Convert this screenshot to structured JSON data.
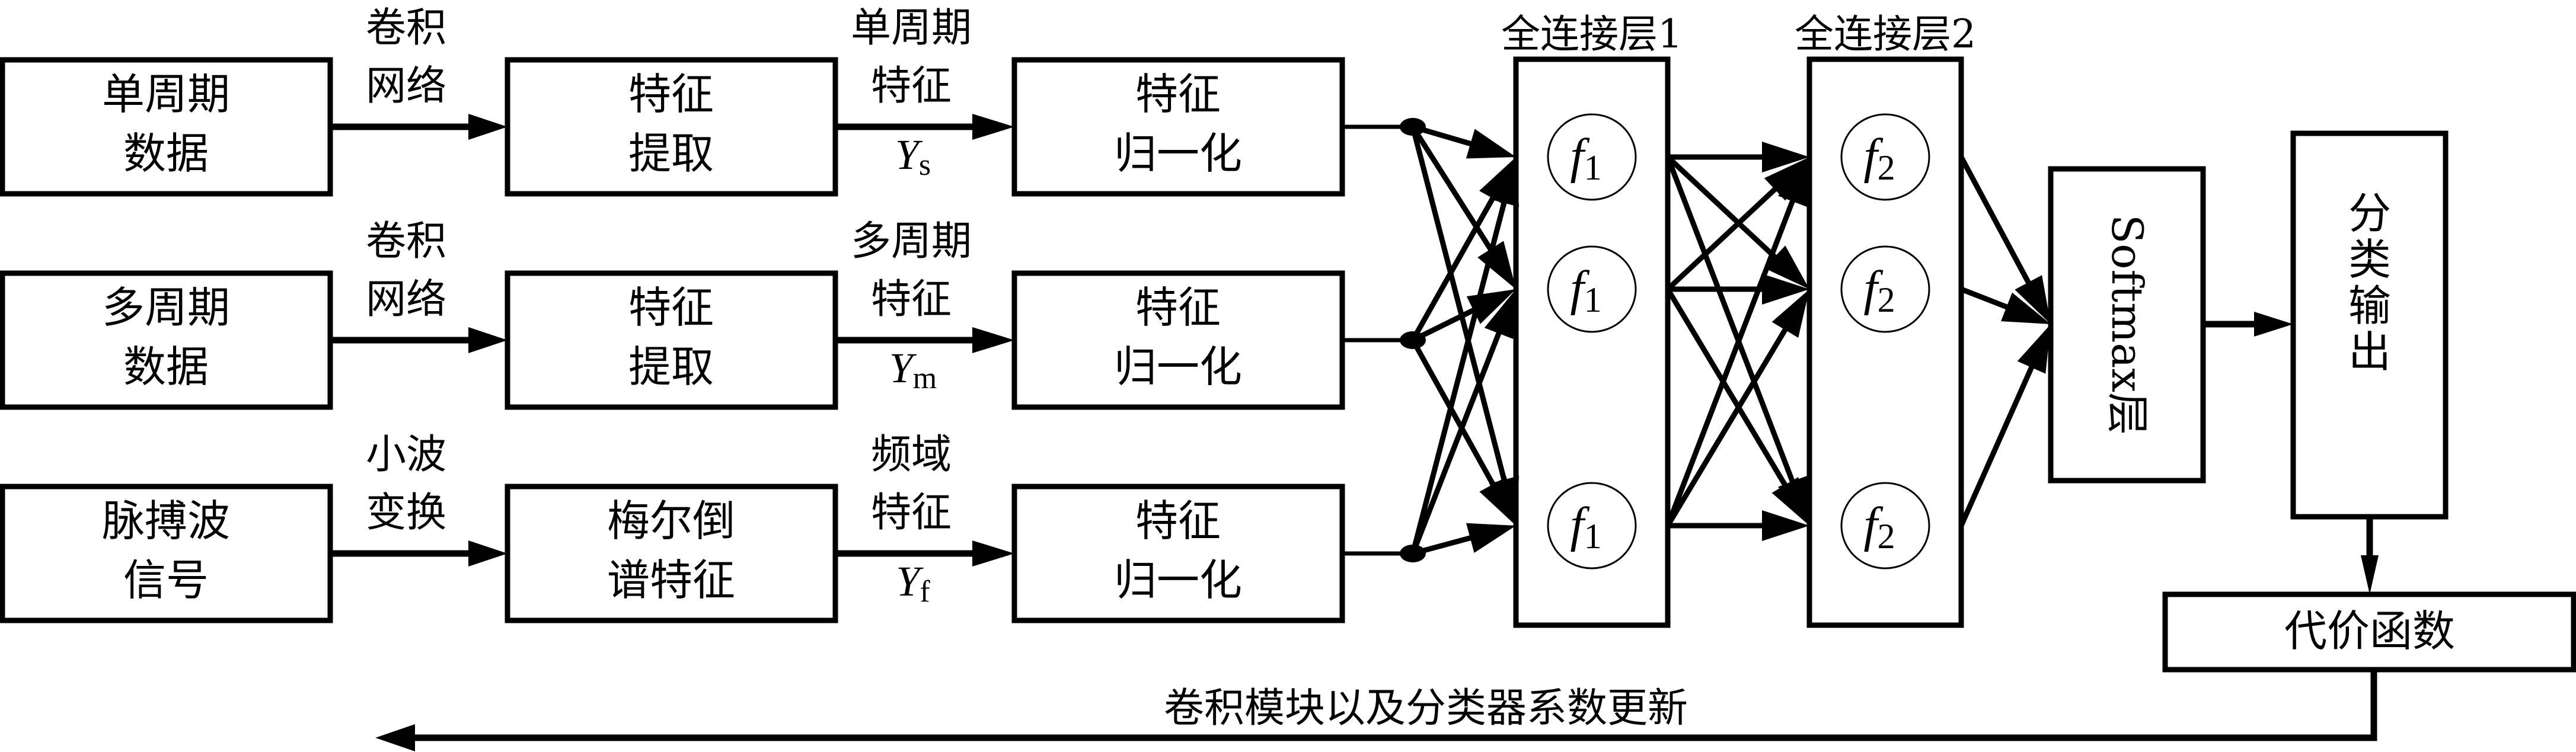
{
  "diagram": {
    "rows": [
      {
        "input_box": [
          "单周期",
          "数据"
        ],
        "transform_label": [
          "卷积",
          "网络"
        ],
        "extract_box": [
          "特征",
          "提取"
        ],
        "feature_label": [
          "单周期",
          "特征"
        ],
        "feature_symbol": "Y",
        "feature_subscript": "s",
        "normalize_box": [
          "特征",
          "归一化"
        ]
      },
      {
        "input_box": [
          "多周期",
          "数据"
        ],
        "transform_label": [
          "卷积",
          "网络"
        ],
        "extract_box": [
          "特征",
          "提取"
        ],
        "feature_label": [
          "多周期",
          "特征"
        ],
        "feature_symbol": "Y",
        "feature_subscript": "m",
        "normalize_box": [
          "特征",
          "归一化"
        ]
      },
      {
        "input_box": [
          "脉搏波",
          "信号"
        ],
        "transform_label": [
          "小波",
          "变换"
        ],
        "extract_box": [
          "梅尔倒",
          "谱特征"
        ],
        "feature_label": [
          "频域",
          "特征"
        ],
        "feature_symbol": "Y",
        "feature_subscript": "f",
        "normalize_box": [
          "特征",
          "归一化"
        ]
      }
    ],
    "fc_layer_1": {
      "title": "全连接层1",
      "node_symbol": "f",
      "node_subscript": "1",
      "node_count": 3
    },
    "fc_layer_2": {
      "title": "全连接层2",
      "node_symbol": "f",
      "node_subscript": "2",
      "node_count": 3
    },
    "softmax_box": "Softmax层",
    "output_box": [
      "分",
      "类",
      "输",
      "出"
    ],
    "cost_box": "代价函数",
    "feedback_label": "卷积模块以及分类器系数更新",
    "colors": {
      "stroke": "#000000",
      "background": "#ffffff"
    }
  }
}
